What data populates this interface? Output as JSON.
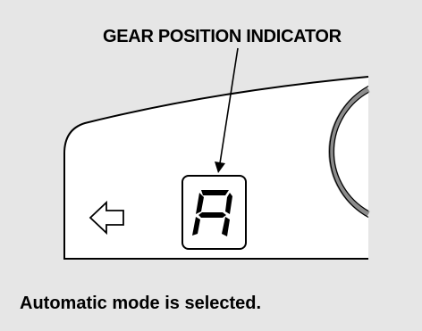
{
  "diagram": {
    "callout_label": "GEAR POSITION INDICATOR",
    "indicator_glyph": "A",
    "caption": "Automatic mode is selected."
  },
  "colors": {
    "background": "#e6e6e6",
    "panel": "#ffffff",
    "outline": "#000000",
    "dial_ring": "#8c8c8c"
  }
}
